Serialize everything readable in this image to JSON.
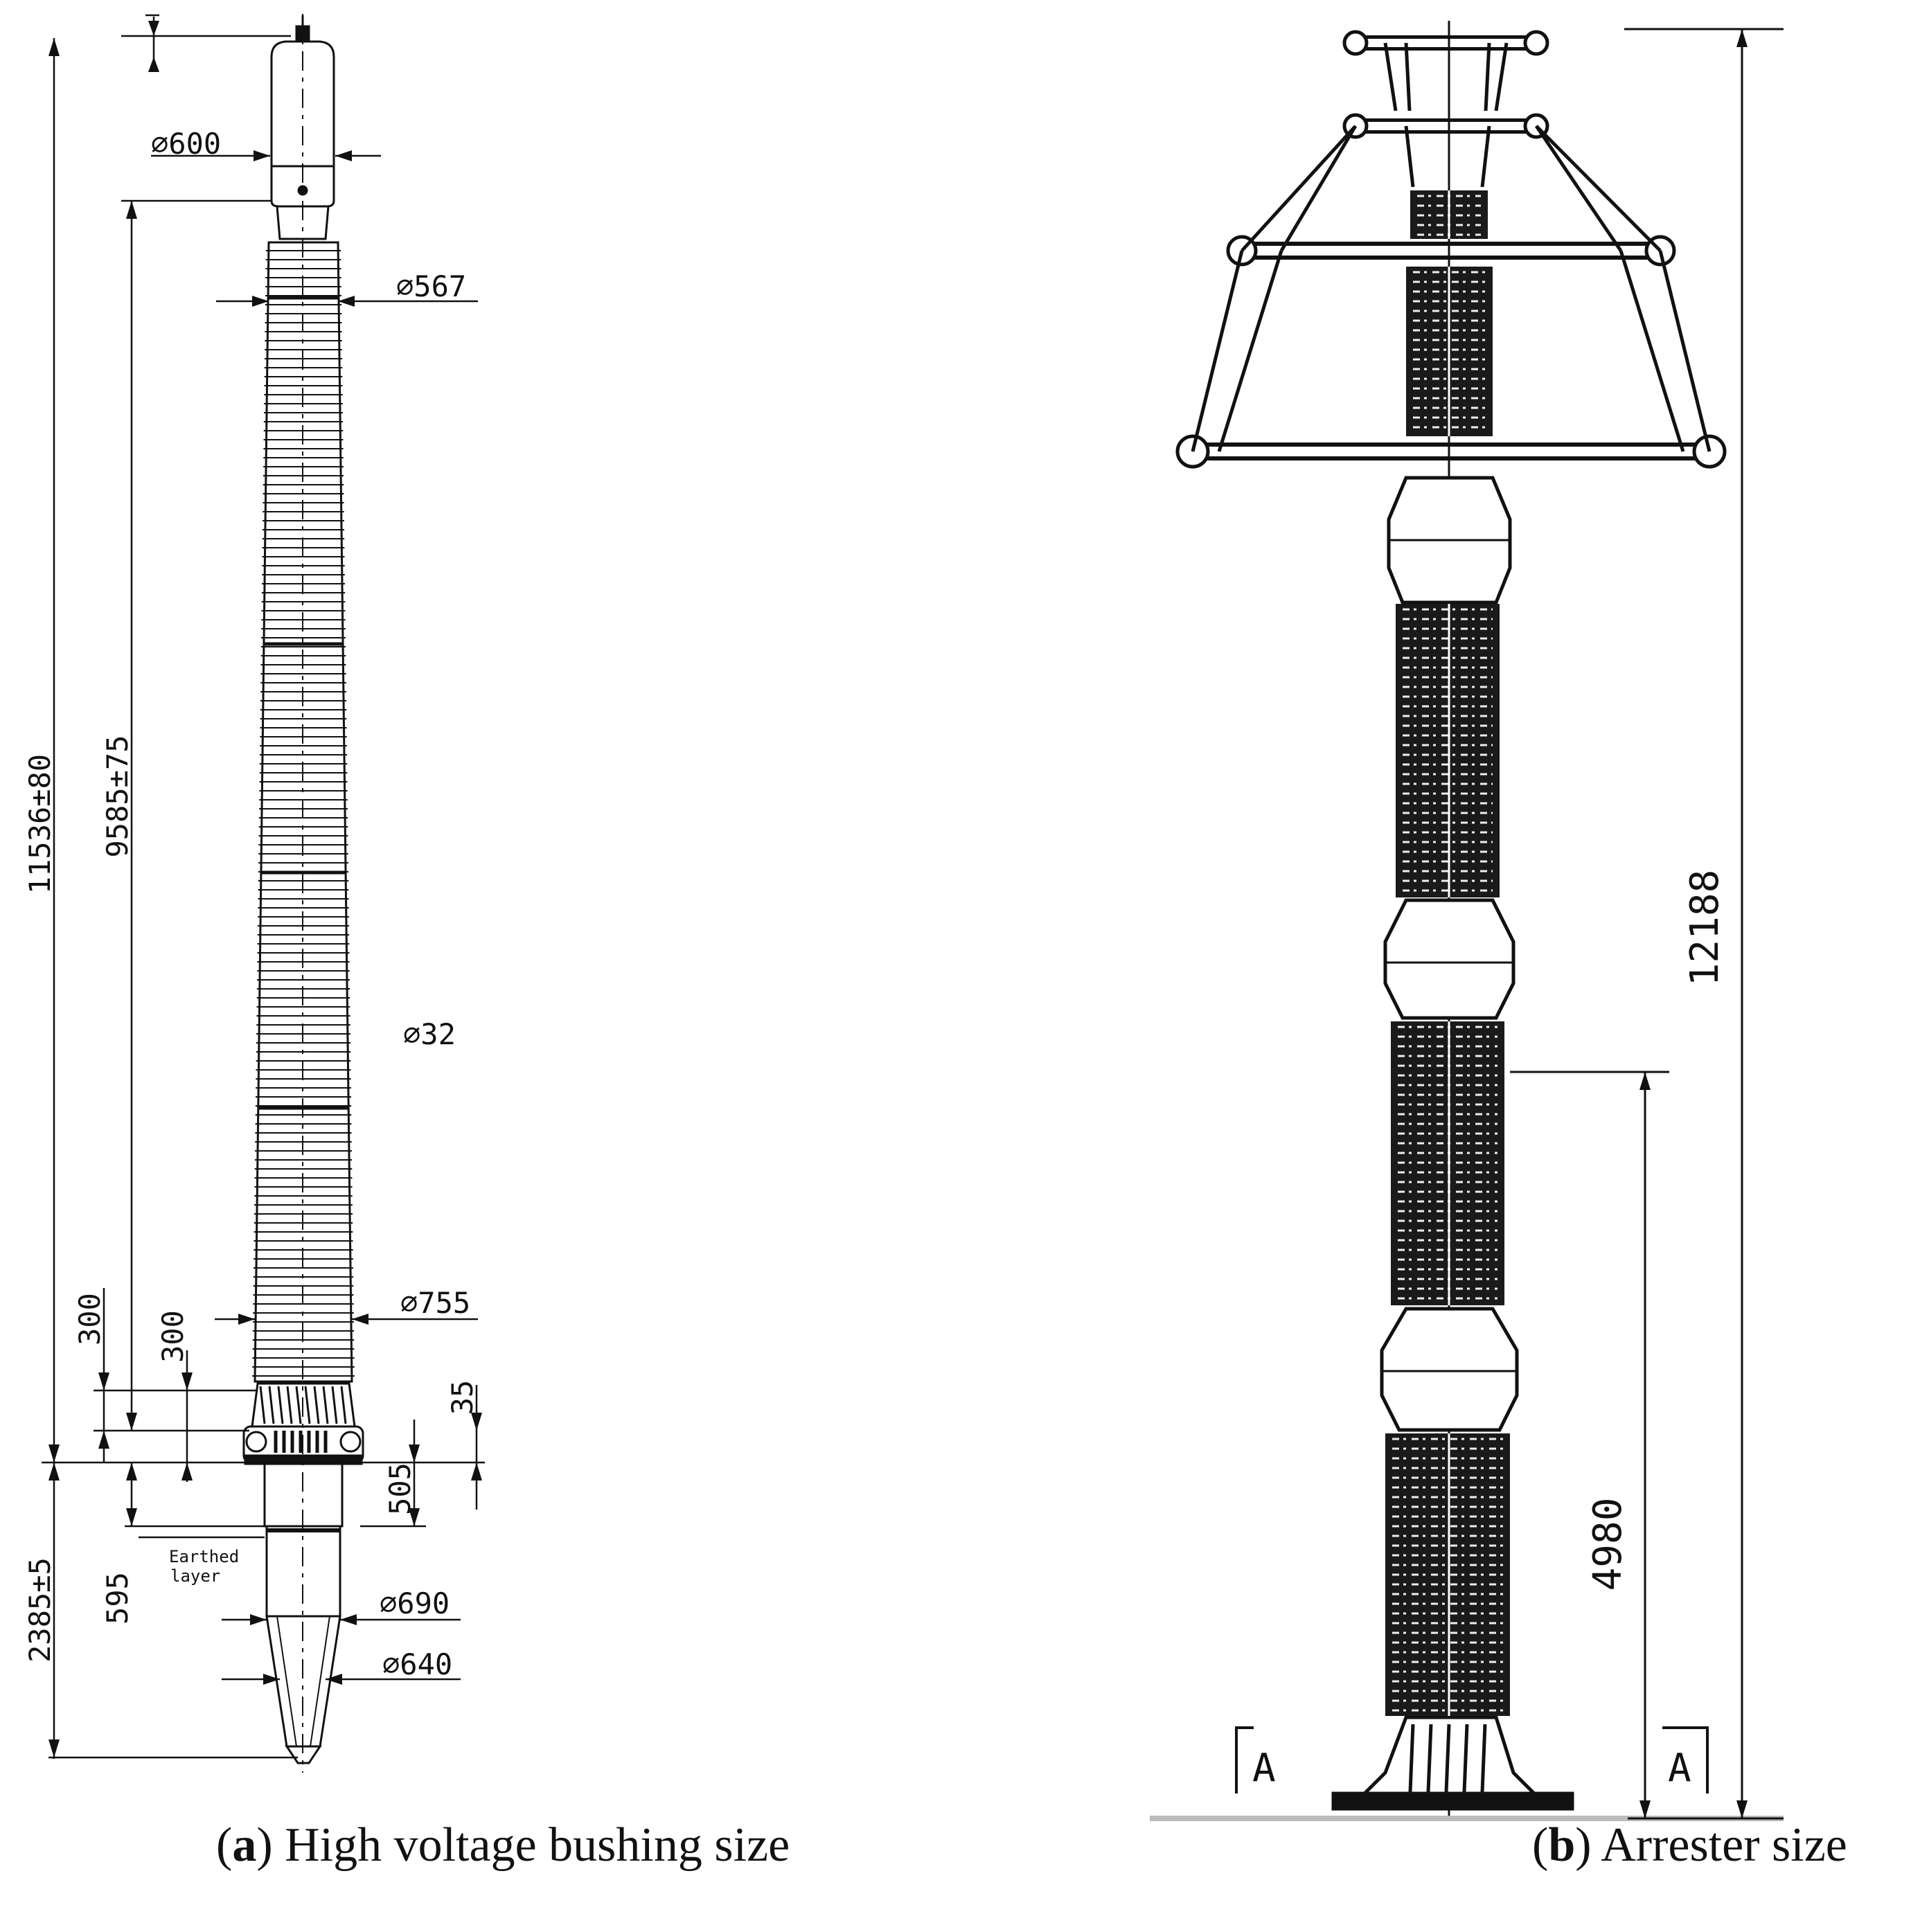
{
  "bushing": {
    "caption": {
      "letter": "a",
      "text": "High voltage bushing size"
    },
    "dims": {
      "top_small": "",
      "top_dia": "600",
      "shed_dia_top": "567",
      "inner_dia": "32",
      "shed_dia_bottom": "755",
      "flange_300_left": "300",
      "flange_300_right": "300",
      "flange_35": "35",
      "lower_505": "505",
      "earthed_layer_line1": "Earthed",
      "earthed_layer_line2": "layer",
      "lower_595": "595",
      "lower_dia_690": "690",
      "lower_dia_640": "640",
      "total_height": "11536±80",
      "upper_height": "9585±75",
      "lower_height": "2385±5"
    },
    "diameter_symbol": "∅"
  },
  "arrester": {
    "caption": {
      "letter": "b",
      "text": "Arrester size"
    },
    "dims": {
      "total_height": "12188",
      "lower_height": "4980",
      "section_left": "A",
      "section_right": "A"
    }
  }
}
